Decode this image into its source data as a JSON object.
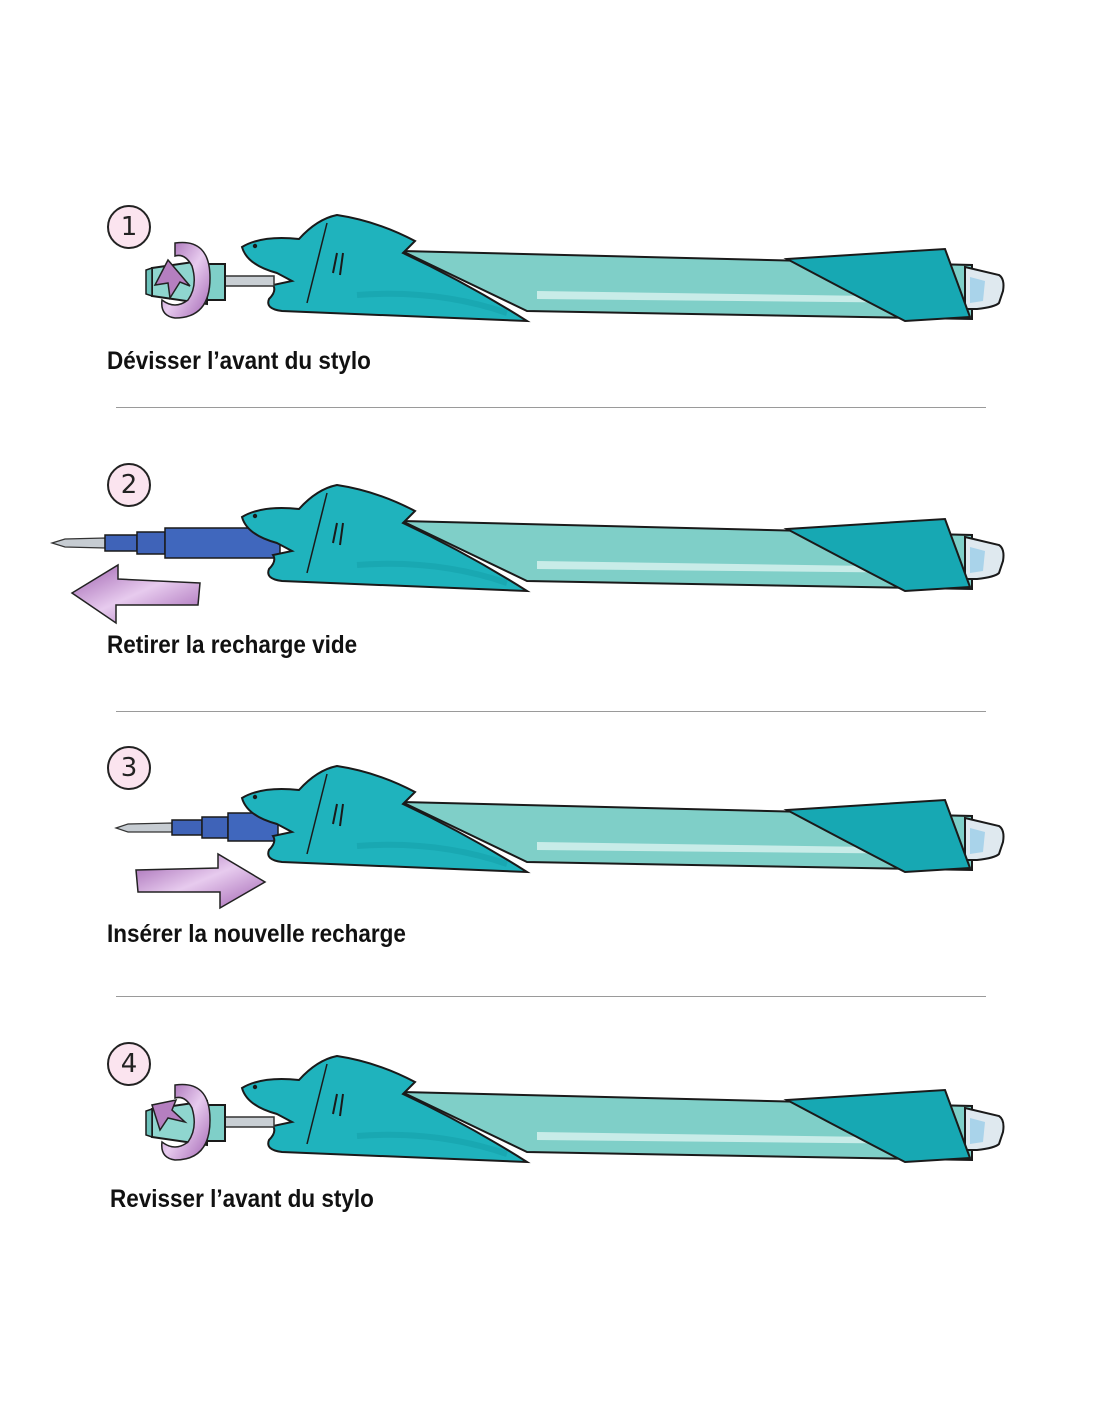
{
  "steps": [
    {
      "number": "1",
      "label": "Dévisser l’avant du stylo"
    },
    {
      "number": "2",
      "label": "Retirer la recharge vide"
    },
    {
      "number": "3",
      "label": "Insérer la nouvelle recharge"
    },
    {
      "number": "4",
      "label": "Revisser l’avant du stylo"
    }
  ],
  "colors": {
    "shark": "#1fb3bd",
    "tube": "#7fcfc8",
    "refill": "#3f63b8",
    "arrow": "#b57fc0",
    "badge": "#fbe4ef"
  }
}
